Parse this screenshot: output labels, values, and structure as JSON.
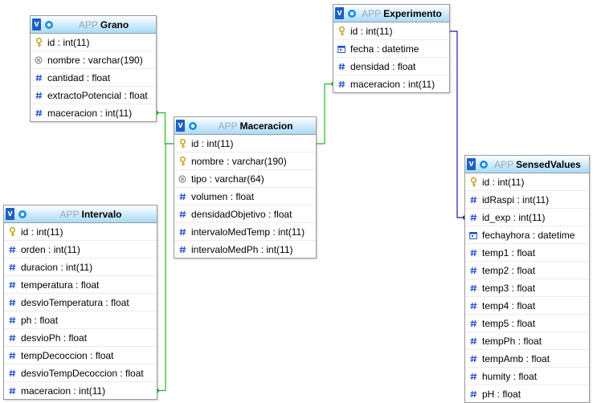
{
  "tables": [
    {
      "id": "grano",
      "db": "APP",
      "name": "Grano",
      "fields": [
        {
          "text": "id : int(11)",
          "icon": "key-icon"
        },
        {
          "text": "nombre : varchar(190)",
          "icon": "index-icon"
        },
        {
          "text": "cantidad : float",
          "icon": "hash-icon"
        },
        {
          "text": "extractoPotencial : float",
          "icon": "hash-icon"
        },
        {
          "text": "maceracion : int(11)",
          "icon": "hash-icon"
        }
      ]
    },
    {
      "id": "experimento",
      "db": "APP",
      "name": "Experimento",
      "fields": [
        {
          "text": "id : int(11)",
          "icon": "key-icon"
        },
        {
          "text": "fecha : datetime",
          "icon": "calendar-icon"
        },
        {
          "text": "densidad : float",
          "icon": "hash-icon"
        },
        {
          "text": "maceracion : int(11)",
          "icon": "hash-icon"
        }
      ]
    },
    {
      "id": "maceracion",
      "db": "APP",
      "name": "Maceracion",
      "fields": [
        {
          "text": "id : int(11)",
          "icon": "key-icon"
        },
        {
          "text": "nombre : varchar(190)",
          "icon": "key-icon"
        },
        {
          "text": "tipo : varchar(64)",
          "icon": "index-icon"
        },
        {
          "text": "volumen : float",
          "icon": "hash-icon"
        },
        {
          "text": "densidadObjetivo : float",
          "icon": "hash-icon"
        },
        {
          "text": "intervaloMedTemp : int(11)",
          "icon": "hash-icon"
        },
        {
          "text": "intervaloMedPh : int(11)",
          "icon": "hash-icon"
        }
      ]
    },
    {
      "id": "intervalo",
      "db": "APP",
      "name": "Intervalo",
      "fields": [
        {
          "text": "id : int(11)",
          "icon": "key-icon"
        },
        {
          "text": "orden : int(11)",
          "icon": "hash-icon"
        },
        {
          "text": "duracion : int(11)",
          "icon": "hash-icon"
        },
        {
          "text": "temperatura : float",
          "icon": "hash-icon"
        },
        {
          "text": "desvioTemperatura : float",
          "icon": "hash-icon"
        },
        {
          "text": "ph : float",
          "icon": "hash-icon"
        },
        {
          "text": "desvioPh : float",
          "icon": "hash-icon"
        },
        {
          "text": "tempDecoccion : float",
          "icon": "hash-icon"
        },
        {
          "text": "desvioTempDecoccion : float",
          "icon": "hash-icon"
        },
        {
          "text": "maceracion : int(11)",
          "icon": "hash-icon"
        }
      ]
    },
    {
      "id": "sensedvalues",
      "db": "APP",
      "name": "SensedValues",
      "fields": [
        {
          "text": "id : int(11)",
          "icon": "key-icon"
        },
        {
          "text": "idRaspi : int(11)",
          "icon": "hash-icon"
        },
        {
          "text": "id_exp : int(11)",
          "icon": "hash-icon"
        },
        {
          "text": "fechayhora : datetime",
          "icon": "calendar-icon"
        },
        {
          "text": "temp1 : float",
          "icon": "hash-icon"
        },
        {
          "text": "temp2 : float",
          "icon": "hash-icon"
        },
        {
          "text": "temp3 : float",
          "icon": "hash-icon"
        },
        {
          "text": "temp4 : float",
          "icon": "hash-icon"
        },
        {
          "text": "temp5 : float",
          "icon": "hash-icon"
        },
        {
          "text": "tempPh : float",
          "icon": "hash-icon"
        },
        {
          "text": "tempAmb : float",
          "icon": "hash-icon"
        },
        {
          "text": "humity : float",
          "icon": "hash-icon"
        },
        {
          "text": "pH : float",
          "icon": "hash-icon"
        }
      ]
    }
  ],
  "relations": [
    {
      "from": "grano.maceracion",
      "to": "maceracion.id",
      "color": "#22bb22"
    },
    {
      "from": "intervalo.maceracion",
      "to": "maceracion.id",
      "color": "#22bb22"
    },
    {
      "from": "experimento.maceracion",
      "to": "maceracion.id",
      "color": "#22bb22"
    },
    {
      "from": "sensedvalues.id_exp",
      "to": "experimento.id",
      "color": "#1a1aa0"
    }
  ],
  "colors": {
    "header_gradient_bottom": "#a8daf8",
    "v_button": "#1e5fc4",
    "key_icon": "#c9a227",
    "hash_icon": "#2255cc",
    "relation_green": "#22bb22",
    "relation_blue": "#1a1aa0"
  }
}
